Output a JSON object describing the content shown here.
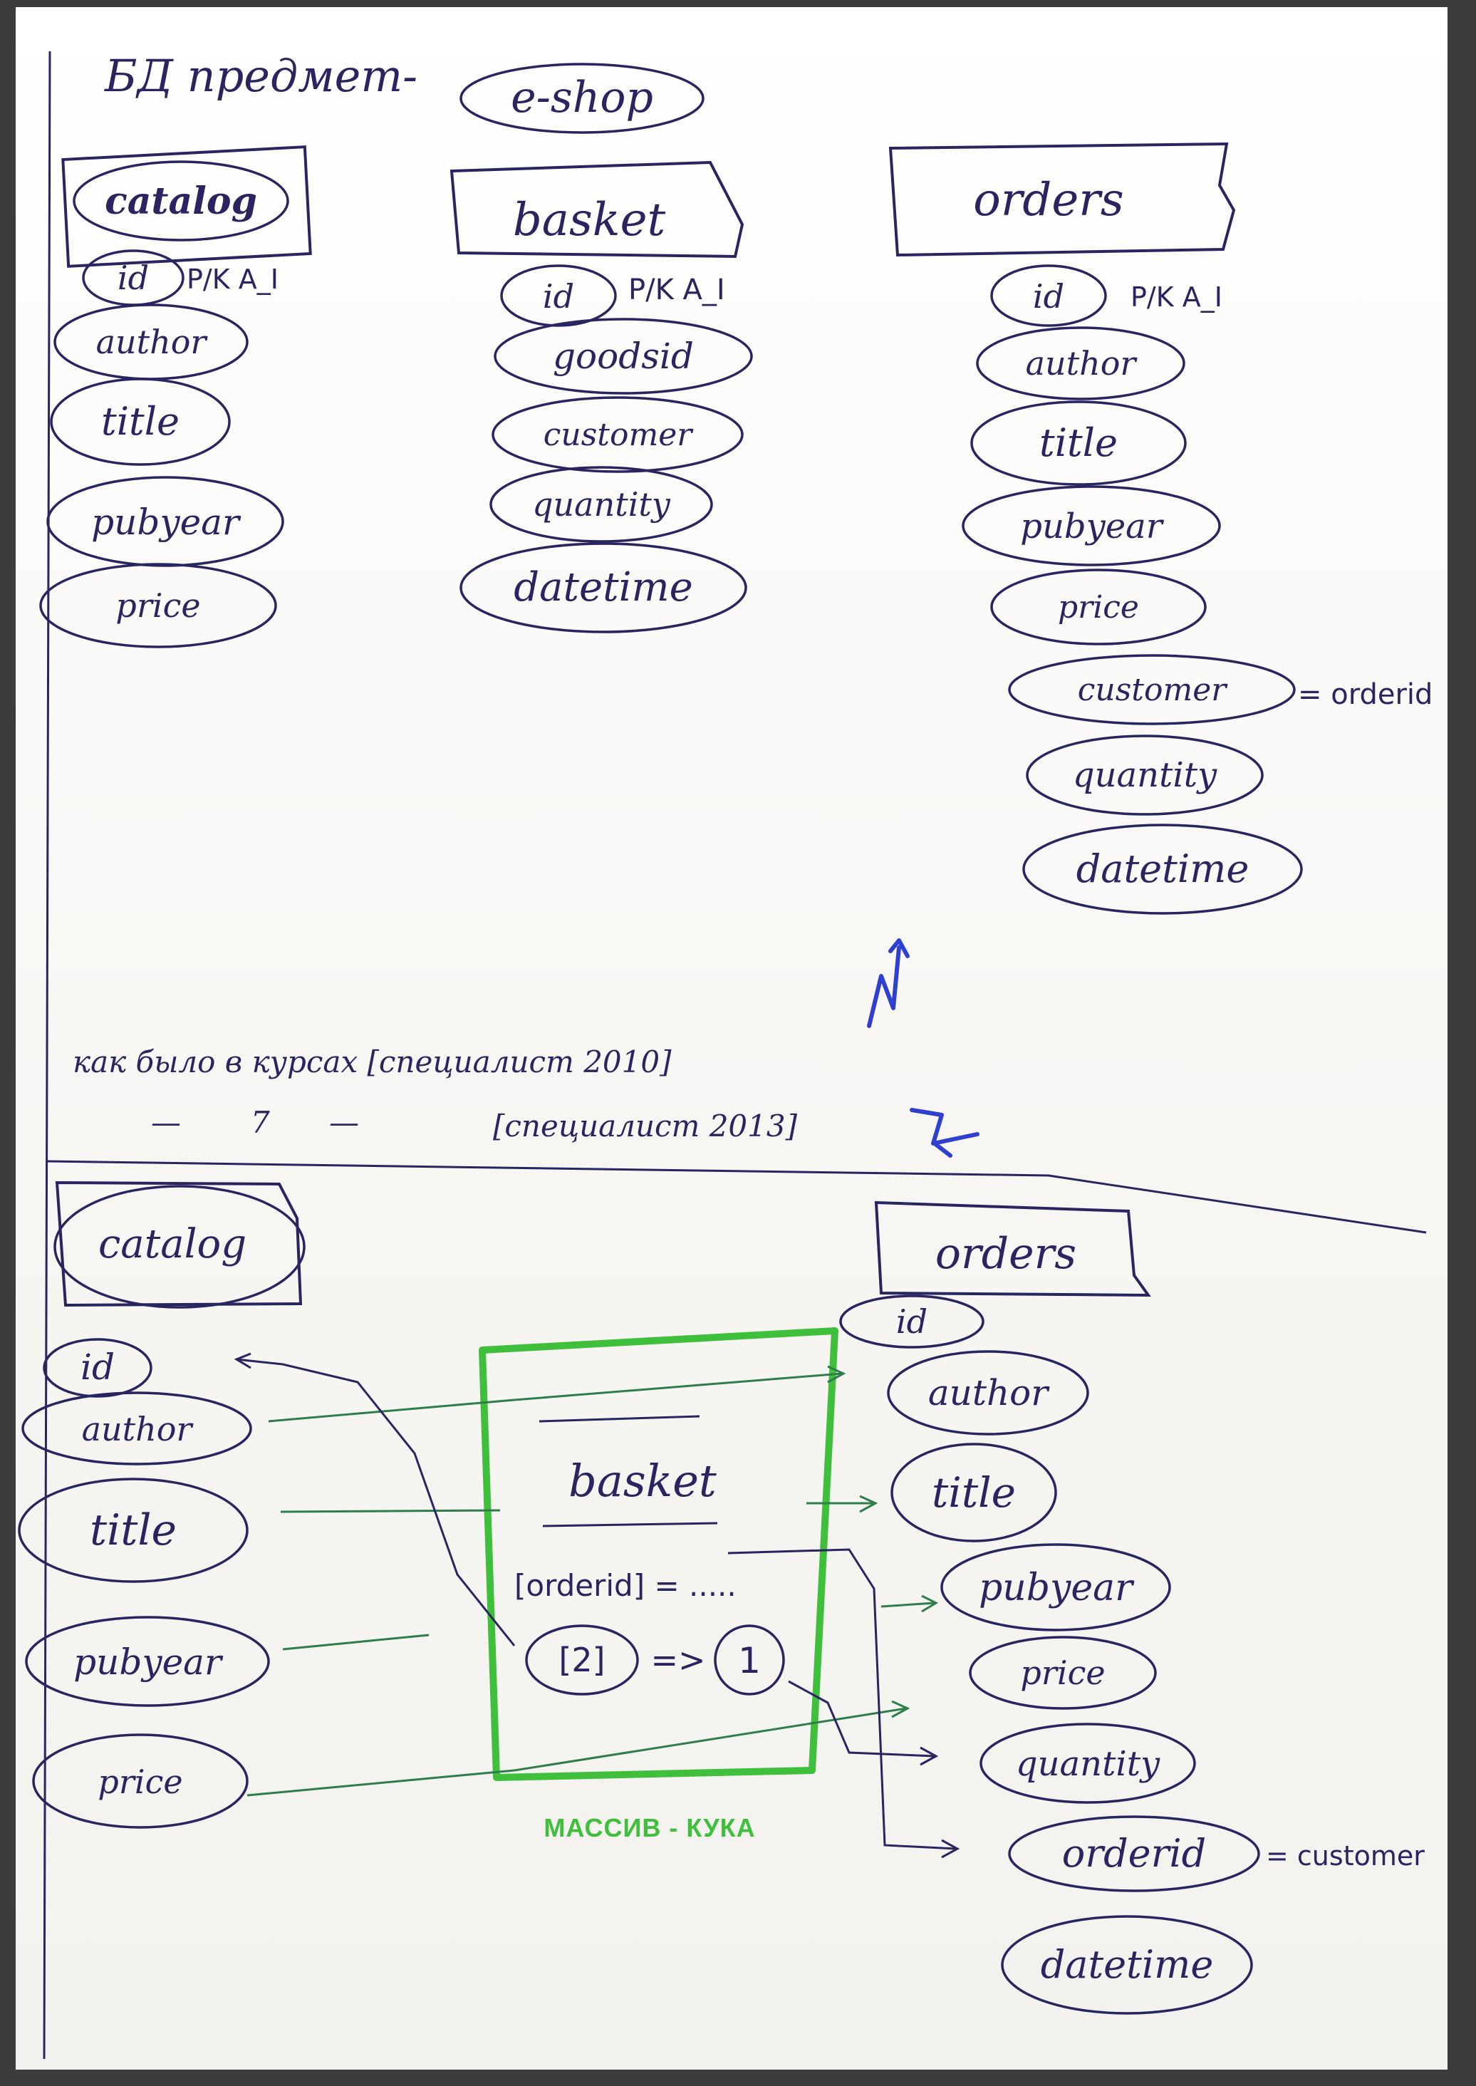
{
  "heading": {
    "prefix": "БД предмет-",
    "subject": "e-shop"
  },
  "schema_2010": {
    "catalog": {
      "title": "catalog",
      "pk_note": "P/K A_I",
      "fields": [
        "id",
        "author",
        "title",
        "pubyear",
        "price"
      ]
    },
    "basket": {
      "title": "basket",
      "pk_note": "P/K A_I",
      "fields": [
        "id",
        "goodsid",
        "customer",
        "quantity",
        "datetime"
      ]
    },
    "orders": {
      "title": "orders",
      "pk_note": "P/K A_I",
      "fields": [
        "id",
        "author",
        "title",
        "pubyear",
        "price",
        "customer",
        "quantity",
        "datetime"
      ],
      "customer_note": "= orderid"
    }
  },
  "notes": {
    "line1": "как было в курсах [специалист 2010]",
    "line2_dash1": "—",
    "line2_mid": "7",
    "line2_dash2": "—",
    "line2_bracket": "[специалист 2013]"
  },
  "schema_2013": {
    "catalog": {
      "title": "catalog",
      "fields": [
        "id",
        "author",
        "title",
        "pubyear",
        "price"
      ]
    },
    "basket": {
      "title": "basket",
      "line1": "[orderid] = .....",
      "line2_left": "[2]",
      "line2_arrow": "=>",
      "line2_right": "1"
    },
    "orders": {
      "title": "orders",
      "fields": [
        "id",
        "author",
        "title",
        "pubyear",
        "price",
        "quantity",
        "orderid",
        "datetime"
      ],
      "orderid_note": "= customer"
    }
  },
  "caption": "МАССИВ - КУКА",
  "colors": {
    "ink": "#2a2560",
    "green_box": "#3fbf3c",
    "green_arrows": "#2e7d4a",
    "blue_arrows": "#2f3fd0",
    "caption": "#3fbf3c"
  }
}
